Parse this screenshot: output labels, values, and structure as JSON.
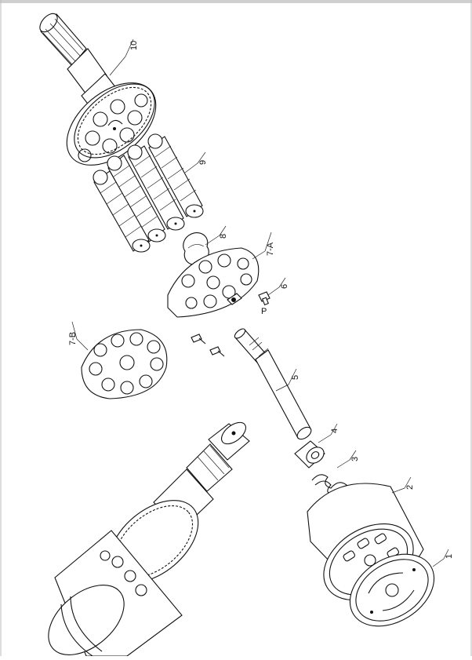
{
  "diagram": {
    "callouts": [
      {
        "id": "c10",
        "label": "10"
      },
      {
        "id": "c9",
        "label": "9"
      },
      {
        "id": "c8",
        "label": "8"
      },
      {
        "id": "c7a",
        "label": "7-A"
      },
      {
        "id": "c6",
        "label": "6"
      },
      {
        "id": "c7b",
        "label": "7-B"
      },
      {
        "id": "c5",
        "label": "5"
      },
      {
        "id": "c4",
        "label": "4"
      },
      {
        "id": "c3",
        "label": "3"
      },
      {
        "id": "c2",
        "label": "2"
      },
      {
        "id": "c1",
        "label": "1"
      }
    ]
  }
}
